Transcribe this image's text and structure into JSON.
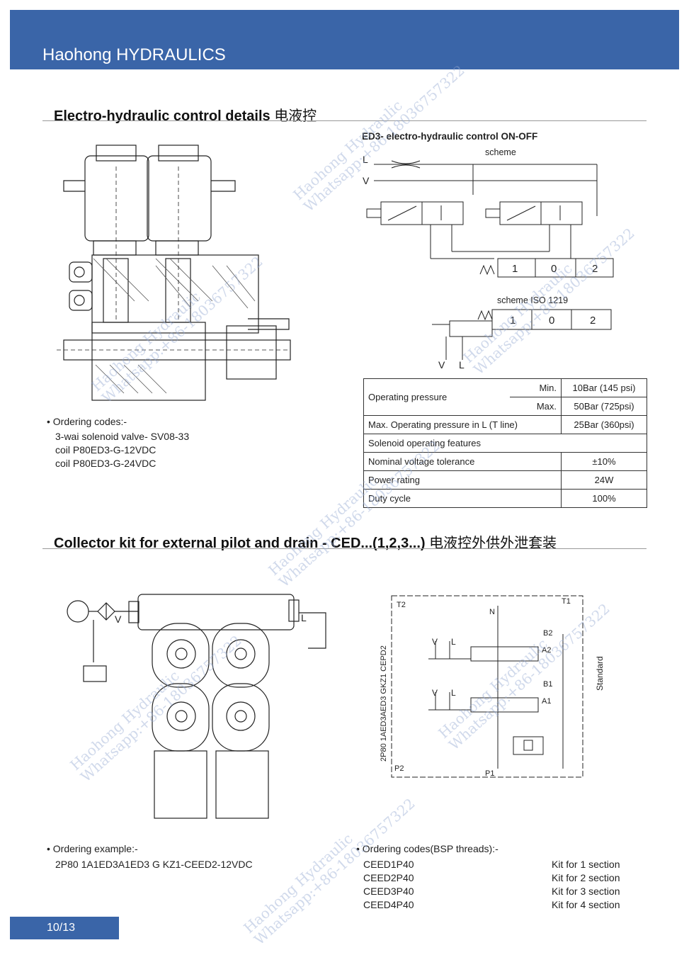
{
  "header": {
    "brand": "Haohong HYDRAULICS"
  },
  "section1": {
    "title": "Electro-hydraulic control details",
    "title_cn": "电液控",
    "scheme_title": "ED3- electro-hydraulic control ON-OFF",
    "scheme_label": "scheme",
    "scheme_iso_label": "scheme ISO 1219",
    "port_l": "L",
    "port_v": "V",
    "pos1": "1",
    "pos0": "0",
    "pos2": "2",
    "ordering": {
      "heading": "Ordering codes:-",
      "lines": [
        "3-wai solenoid valve- SV08-33",
        "coil P80ED3-G-12VDC",
        "coil P80ED3-G-24VDC"
      ]
    },
    "spec": {
      "op_pressure": "Operating pressure",
      "min": "Min.",
      "min_val": "10Bar (145 psi)",
      "max": "Max.",
      "max_val": "50Bar (725psi)",
      "max_l": "Max. Operating pressure in L (T line)",
      "max_l_val": "25Bar (360psi)",
      "sol_features": "Solenoid operating features",
      "voltage_tol": "Nominal voltage tolerance",
      "voltage_tol_val": "±10%",
      "power": "Power rating",
      "power_val": "24W",
      "duty": "Duty cycle",
      "duty_val": "100%"
    }
  },
  "section2": {
    "title": "Collector kit for external pilot and drain - CED...(1,2,3...)",
    "title_cn": "电液控外供外泄套装",
    "diag_v": "V",
    "diag_l": "L",
    "ports": {
      "t2": "T2",
      "t1": "T1",
      "n": "N",
      "b2": "B2",
      "a2": "A2",
      "b1": "B1",
      "a1": "A1",
      "p2": "P2",
      "p1": "P1",
      "v": "V",
      "l": "L"
    },
    "vertical_code": "2P80 1AED3AED3 GKZ1 CEPD2",
    "standard": "Standard",
    "example": {
      "heading": "Ordering example:-",
      "code": "2P80 1A1ED3A1ED3 G KZ1-CEED2-12VDC"
    },
    "codes": {
      "heading": "Ordering codes(BSP threads):-",
      "items": [
        {
          "code": "CEED1P40",
          "desc": "Kit for 1 section"
        },
        {
          "code": "CEED2P40",
          "desc": "Kit for 2 section"
        },
        {
          "code": "CEED3P40",
          "desc": "Kit for 3 section"
        },
        {
          "code": "CEED4P40",
          "desc": "Kit for 4 section"
        }
      ]
    }
  },
  "footer": {
    "page": "10/13"
  },
  "watermark": {
    "line1": "Haohong Hydraulic",
    "line2": "Whatsapp:+86-18036757322"
  }
}
